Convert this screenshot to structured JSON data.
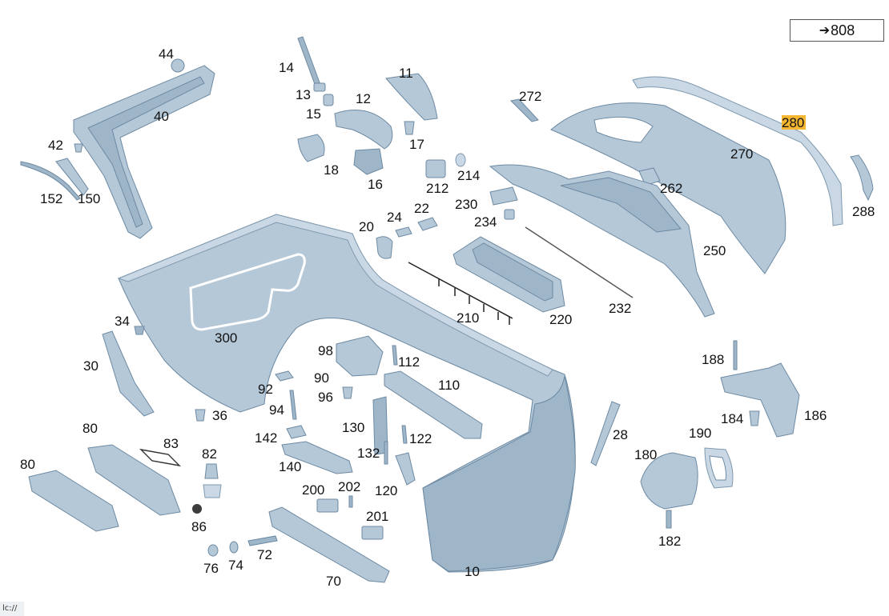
{
  "reference": {
    "arrow": "➔",
    "number": "808"
  },
  "highlight_color": "#f5b731",
  "part_color": "#b5c8d8",
  "footer": "lc://",
  "labels": {
    "l44": "44",
    "l40": "40",
    "l42": "42",
    "l152": "152",
    "l150": "150",
    "l14": "14",
    "l13": "13",
    "l15": "15",
    "l12": "12",
    "l11": "11",
    "l17": "17",
    "l18": "18",
    "l16": "16",
    "l272": "272",
    "l280": "280",
    "l270": "270",
    "l212": "212",
    "l214": "214",
    "l262": "262",
    "l288": "288",
    "l230": "230",
    "l234": "234",
    "l24": "24",
    "l22": "22",
    "l20": "20",
    "l250": "250",
    "l210": "210",
    "l220": "220",
    "l232": "232",
    "l300": "300",
    "l34": "34",
    "l30": "30",
    "l98": "98",
    "l112": "112",
    "l90": "90",
    "l96": "96",
    "l92": "92",
    "l110": "110",
    "l94": "94",
    "l36": "36",
    "l130": "130",
    "l122": "122",
    "l142": "142",
    "l132": "132",
    "l140": "140",
    "l80a": "80",
    "l83": "83",
    "l82": "82",
    "l80b": "80",
    "l86": "86",
    "l200": "200",
    "l202": "202",
    "l120": "120",
    "l201": "201",
    "l28": "28",
    "l188": "188",
    "l184": "184",
    "l186": "186",
    "l190": "190",
    "l180": "180",
    "l182": "182",
    "l72": "72",
    "l76": "76",
    "l74": "74",
    "l70": "70",
    "l10": "10"
  }
}
